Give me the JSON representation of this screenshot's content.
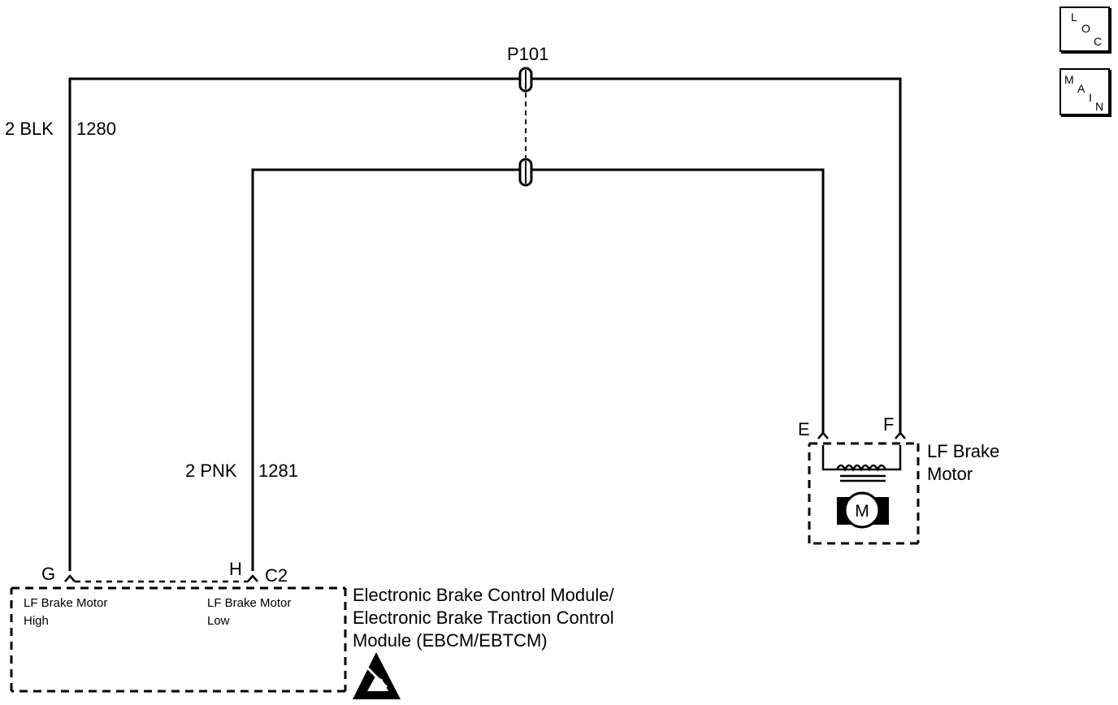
{
  "splice": {
    "label": "P101"
  },
  "wires": {
    "black": {
      "gauge_color": "2 BLK",
      "circuit": "1280"
    },
    "pink": {
      "gauge_color": "2 PNK",
      "circuit": "1281"
    }
  },
  "motor": {
    "name_line1": "LF Brake",
    "name_line2": "Motor",
    "pin_e": "E",
    "pin_f": "F",
    "symbol": "M"
  },
  "module": {
    "pin_g": "G",
    "pin_h": "H",
    "connector": "C2",
    "pin_g_desc_line1": "LF Brake Motor",
    "pin_g_desc_line2": "High",
    "pin_h_desc_line1": "LF Brake Motor",
    "pin_h_desc_line2": "Low",
    "name_line1": "Electronic Brake Control Module/",
    "name_line2": "Electronic Brake Traction Control",
    "name_line3": "Module (EBCM/EBTCM)",
    "esd_icon": "esd-warning-icon"
  },
  "nav": {
    "loc_letters": [
      "L",
      "O",
      "C"
    ],
    "main_letters": [
      "M",
      "A",
      "I",
      "N"
    ]
  }
}
